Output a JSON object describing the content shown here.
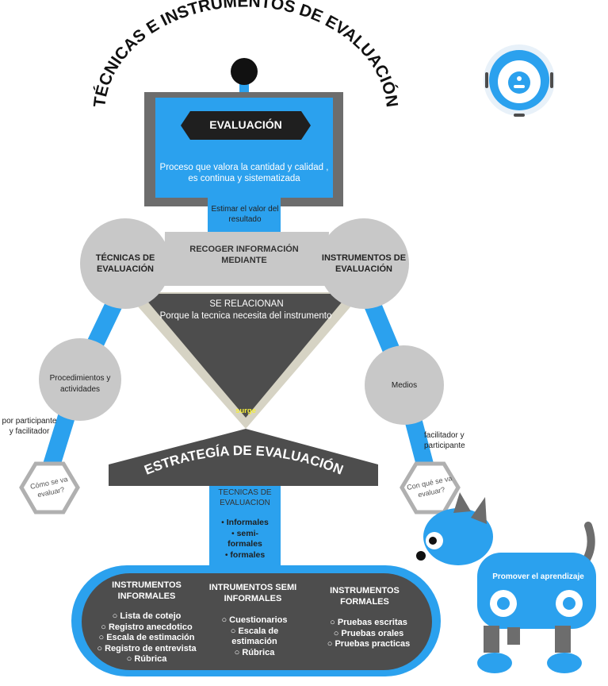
{
  "title": "TÉCNICAS E INSTRUMENTOS DE EVALUACIÓN",
  "evaluacion": {
    "label": "EVALUACIÓN",
    "definition": "Proceso que valora la cantidad y calidad , es continua y sistematizada"
  },
  "neck_text": "Estimar el valor del resultado",
  "recoger": "RECOGER INFORMACIÓN MEDIANTE",
  "tecnicas_circle": "TÉCNICAS DE EVALUACIÓN",
  "instrumentos_circle": "INSTRUMENTOS DE EVALUACIÓN",
  "relacionan": {
    "title": "SE RELACIONAN",
    "text": "Porque la tecnica necesita del instrumento"
  },
  "surge": "surge",
  "procedimientos": "Procedimientos y actividades",
  "medios": "Medios",
  "por_participante": "por participante y facilitador",
  "facilitador_participante": "facilitador y participante",
  "como_evaluar": "Cómo se va evaluar?",
  "con_que_evaluar": "Con qué se va evaluar?",
  "estrategia": "ESTRATEGÍA DE EVALUACIÓN",
  "tecnicas_tipos": {
    "title": "TECNICAS DE EVALUACION",
    "items": [
      "Informales",
      "semi-formales",
      "formales"
    ]
  },
  "instrumentos": {
    "informales": {
      "title": "INSTRUMENTOS INFORMALES",
      "items": [
        "Lista de cotejo",
        "Registro anecdotico",
        "Escala de estimación",
        "Registro de entrevista",
        "Rúbrica"
      ]
    },
    "semi": {
      "title": "INTRUMENTOS SEMI INFORMALES",
      "items": [
        "Cuestionarios",
        "Escala de estimación",
        "Rúbrica"
      ]
    },
    "formales": {
      "title": "INSTRUMENTOS FORMALES",
      "items": [
        "Pruebas escritas",
        "Pruebas orales",
        "Pruebas practicas"
      ]
    }
  },
  "dog_text": "Promover el aprendizaje",
  "colors": {
    "blue": "#2ba1ee",
    "dark": "#4d4d4d",
    "gray": "#c8c8c8",
    "beige": "#d6d3c4",
    "frame": "#6d6d6d"
  },
  "icons": [
    "robot-vacuum-icon",
    "robot-dog-icon"
  ]
}
